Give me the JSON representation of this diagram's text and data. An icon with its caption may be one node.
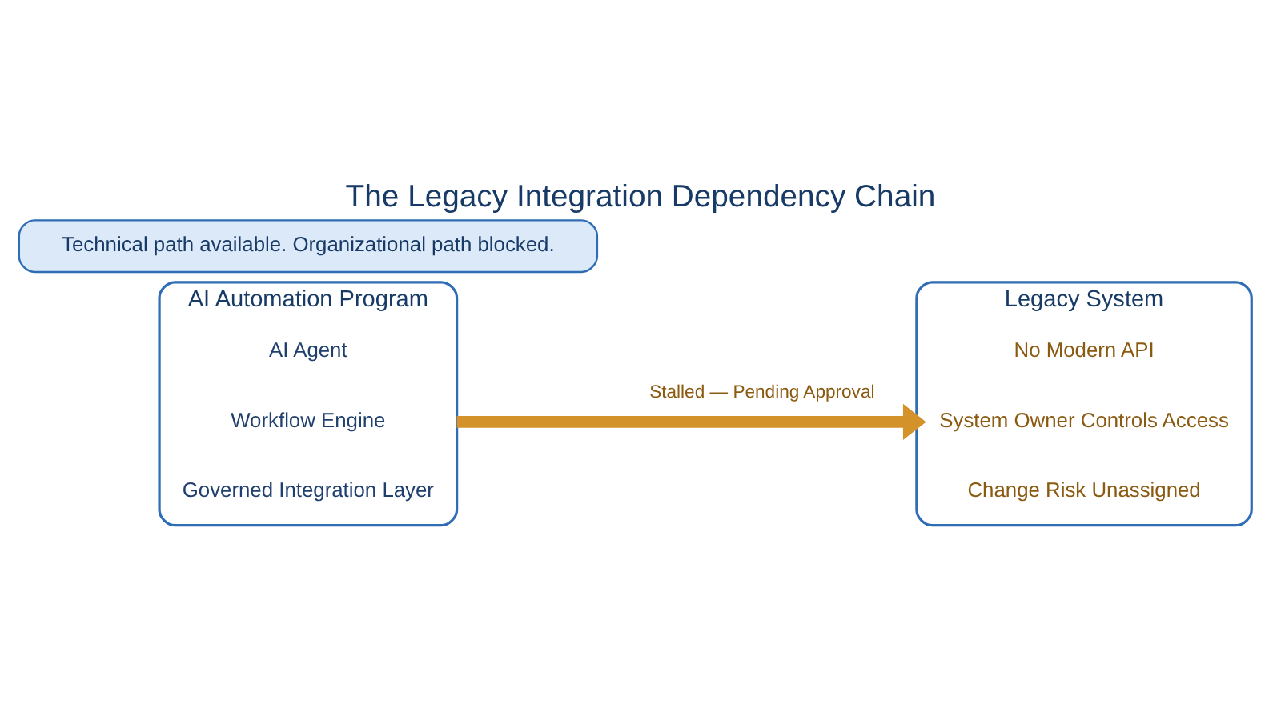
{
  "diagram": {
    "title": "The Legacy Integration Dependency Chain",
    "nodes": [
      {
        "text": [
          "AI Automation Program"
        ]
      },
      {
        "text": [
          "AI Agent"
        ],
        "in": 0
      },
      {
        "text": [
          "Workflow Engine"
        ],
        "in": 0
      },
      {
        "text": [
          "Governed Integration Layer"
        ],
        "in": 0
      },
      {
        "text": [
          "Legacy System"
        ]
      },
      {
        "text": [
          "No Modern API"
        ],
        "in": 4
      },
      {
        "text": [
          "System Owner Controls Access"
        ],
        "in": 4
      },
      {
        "text": [
          "Change Risk Unassigned"
        ],
        "in": 4
      },
      {
        "text": [
          "Technical path available. Organizational path blocked."
        ]
      }
    ],
    "edges": [
      {
        "from": 0,
        "to": 4,
        "arrow": "to",
        "label": "Stalled — Pending Approval"
      }
    ]
  }
}
